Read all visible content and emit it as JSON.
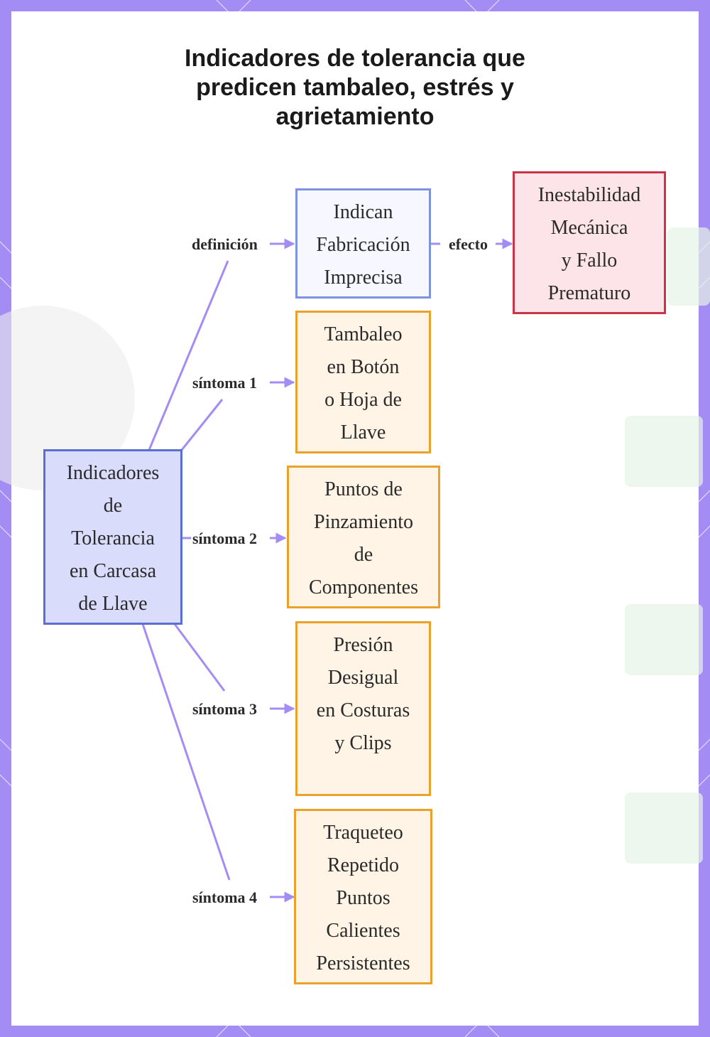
{
  "title": [
    "Indicadores de tolerancia que",
    "predicen tambaleo, estrés y",
    "agrietamiento"
  ],
  "colors": {
    "border": "#a48cf5",
    "edge": "#a48cf5",
    "root_fill": "#d9dcfb",
    "root_stroke": "#5b6fd0",
    "definition_fill": "#f6f7ff",
    "definition_stroke": "#7d93e0",
    "effect_fill": "#fde4e8",
    "effect_stroke": "#c93447",
    "symptom_fill": "#fff4e5",
    "symptom_stroke": "#eaa22a"
  },
  "nodes": {
    "root": [
      "Indicadores",
      "de",
      "Tolerancia",
      "en Carcasa",
      "de Llave"
    ],
    "definition": [
      "Indican",
      "Fabricación",
      "Imprecisa"
    ],
    "effect": [
      "Inestabilidad",
      "Mecánica",
      "y Fallo",
      "Prematuro"
    ],
    "symptom1": [
      "Tambaleo",
      "en Botón",
      "o Hoja de",
      "Llave"
    ],
    "symptom2": [
      "Puntos de",
      "Pinzamiento",
      "de",
      "Componentes"
    ],
    "symptom3": [
      "Presión",
      "Desigual",
      "en Costuras",
      "y Clips"
    ],
    "symptom4": [
      "Traqueteo",
      "Repetido",
      "Puntos",
      "Calientes",
      "Persistentes"
    ]
  },
  "edge_labels": {
    "definition": "definición",
    "effect": "efecto",
    "symptom1": "síntoma 1",
    "symptom2": "síntoma 2",
    "symptom3": "síntoma 3",
    "symptom4": "síntoma 4"
  }
}
